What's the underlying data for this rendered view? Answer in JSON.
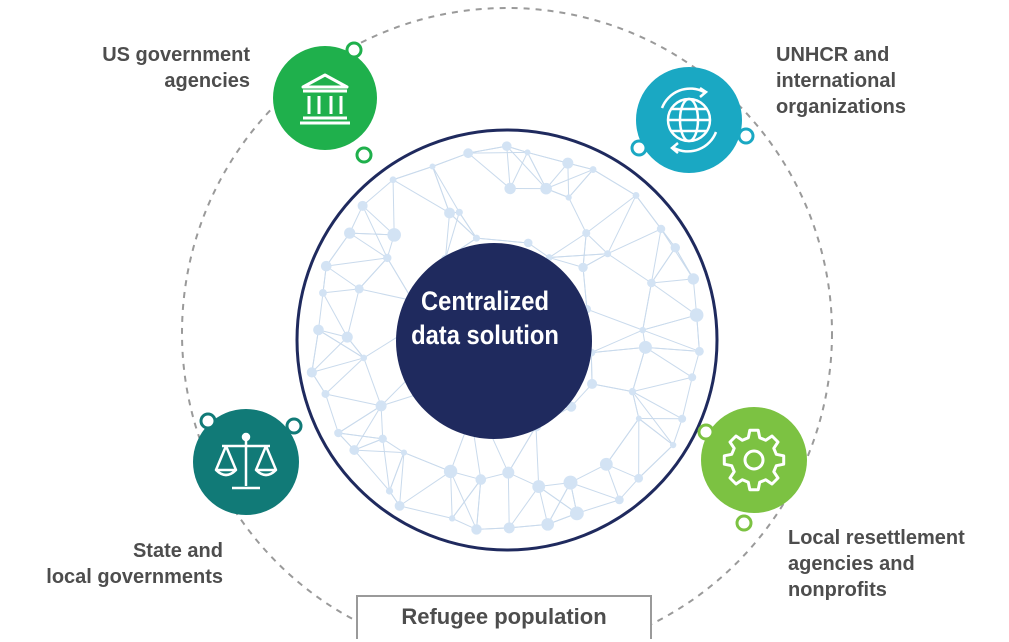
{
  "center": {
    "line1": "Centralized",
    "line2": "data solution"
  },
  "nodes": {
    "us_government": {
      "line1": "US government",
      "line2": "agencies",
      "icon": "government-building-icon",
      "color": "#1fb04c"
    },
    "unhcr": {
      "line1": "UNHCR and",
      "line2": "international",
      "line3": "organizations",
      "icon": "globe-arrows-icon",
      "color": "#1aa8c3"
    },
    "state_local": {
      "line1": "State and",
      "line2": "local governments",
      "icon": "scales-of-justice-icon",
      "color": "#117a77"
    },
    "local_resettlement": {
      "line1": "Local resettlement",
      "line2": "agencies and",
      "line3": "nonprofits",
      "icon": "gear-icon",
      "color": "#7cc242"
    }
  },
  "bottom": {
    "label": "Refugee population"
  },
  "colors": {
    "navy": "#1f2a5e",
    "network_line": "#c9daec",
    "network_dot": "#d3e3f4",
    "dashed_ring": "#9a9a9a"
  }
}
